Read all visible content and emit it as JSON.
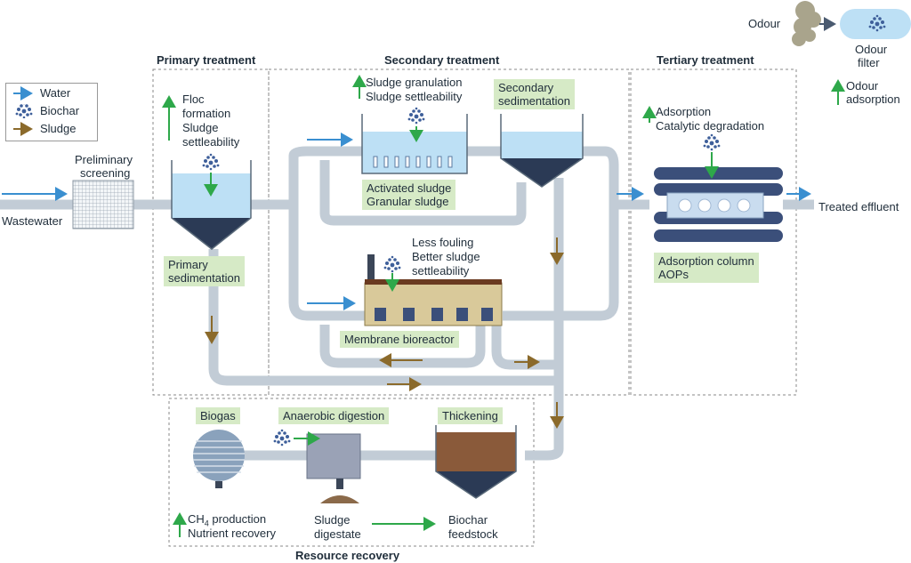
{
  "legend": {
    "water": "Water",
    "biochar": "Biochar",
    "sludge": "Sludge"
  },
  "sections": {
    "primary": "Primary treatment",
    "secondary": "Secondary treatment",
    "tertiary": "Tertiary treatment",
    "resource": "Resource recovery"
  },
  "inputs": {
    "wastewater": "Wastewater",
    "preliminary_screening": [
      "Preliminary",
      "screening"
    ]
  },
  "primary": {
    "benefits": [
      "Floc",
      "formation",
      "Sludge",
      "settleability"
    ],
    "label": [
      "Primary",
      "sedimentation"
    ]
  },
  "secondary": {
    "granulation_benefits": [
      "Sludge granulation",
      "Sludge settleability"
    ],
    "sedimentation_label": [
      "Secondary",
      "sedimentation"
    ],
    "activated_label": [
      "Activated sludge",
      "Granular sludge"
    ],
    "mbr_benefits": [
      "Less fouling",
      "Better sludge",
      "settleability"
    ],
    "mbr_label": "Membrane bioreactor"
  },
  "tertiary": {
    "benefits": [
      "Adsorption",
      "Catalytic degradation"
    ],
    "label": [
      "Adsorption column",
      "AOPs"
    ],
    "output": "Treated effluent"
  },
  "odour": {
    "source": "Odour",
    "filter": [
      "Odour",
      "filter"
    ],
    "benefit": [
      "Odour",
      "adsorption"
    ]
  },
  "recovery": {
    "biogas": "Biogas",
    "anaerobic": "Anaerobic digestion",
    "thickening": "Thickening",
    "benefit_ch4": "CH",
    "benefit_ch4_sub": "4",
    "benefit_ch4_rest": " production",
    "benefit_nutrient": "Nutrient recovery",
    "sludge_digestate": [
      "Sludge",
      "digestate"
    ],
    "biochar_feedstock": [
      "Biochar",
      "feedstock"
    ]
  },
  "colors": {
    "water": "#3a8fd0",
    "biochar": "#3e5f9a",
    "sludge": "#8b6a2b",
    "benefit": "#2ea84a",
    "pipe": "#c2ccd6",
    "label_bg": "#d6eac6",
    "tank_water": "#bde0f5"
  }
}
